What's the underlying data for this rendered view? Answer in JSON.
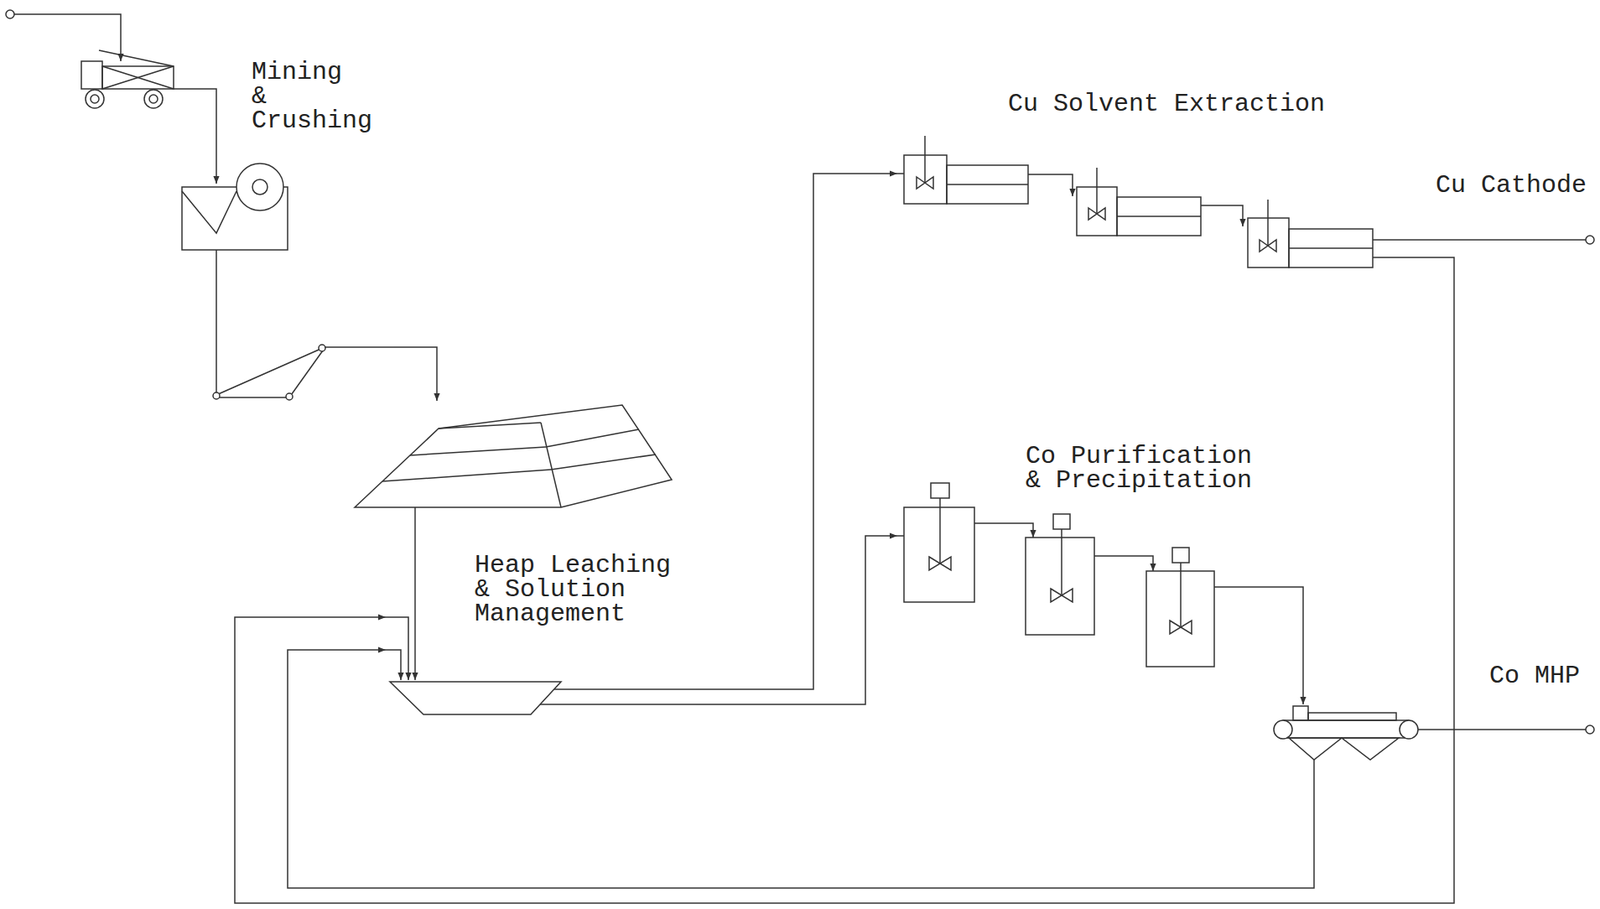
{
  "diagram": {
    "nodes": [
      {
        "text": [
          "Mining & Crushing"
        ]
      },
      {
        "text": [
          "Heap Leaching & Solution Management"
        ]
      },
      {
        "text": [
          "Cu Solvent Extraction"
        ]
      },
      {
        "text": [
          "Co Purification & Precipitation"
        ]
      },
      {
        "text": [
          "Cu Cathode"
        ]
      },
      {
        "text": [
          "Co MHP"
        ]
      }
    ],
    "edges": [
      {
        "from": 0,
        "to": 1,
        "arrow": "to"
      },
      {
        "from": 1,
        "to": 2,
        "arrow": "to"
      },
      {
        "from": 1,
        "to": 3,
        "arrow": "to"
      },
      {
        "from": 2,
        "to": 4,
        "arrow": "none"
      },
      {
        "from": 3,
        "to": 5,
        "arrow": "none"
      },
      {
        "from": 2,
        "to": 1,
        "arrow": "to"
      },
      {
        "from": 3,
        "to": 1,
        "arrow": "to"
      }
    ]
  }
}
